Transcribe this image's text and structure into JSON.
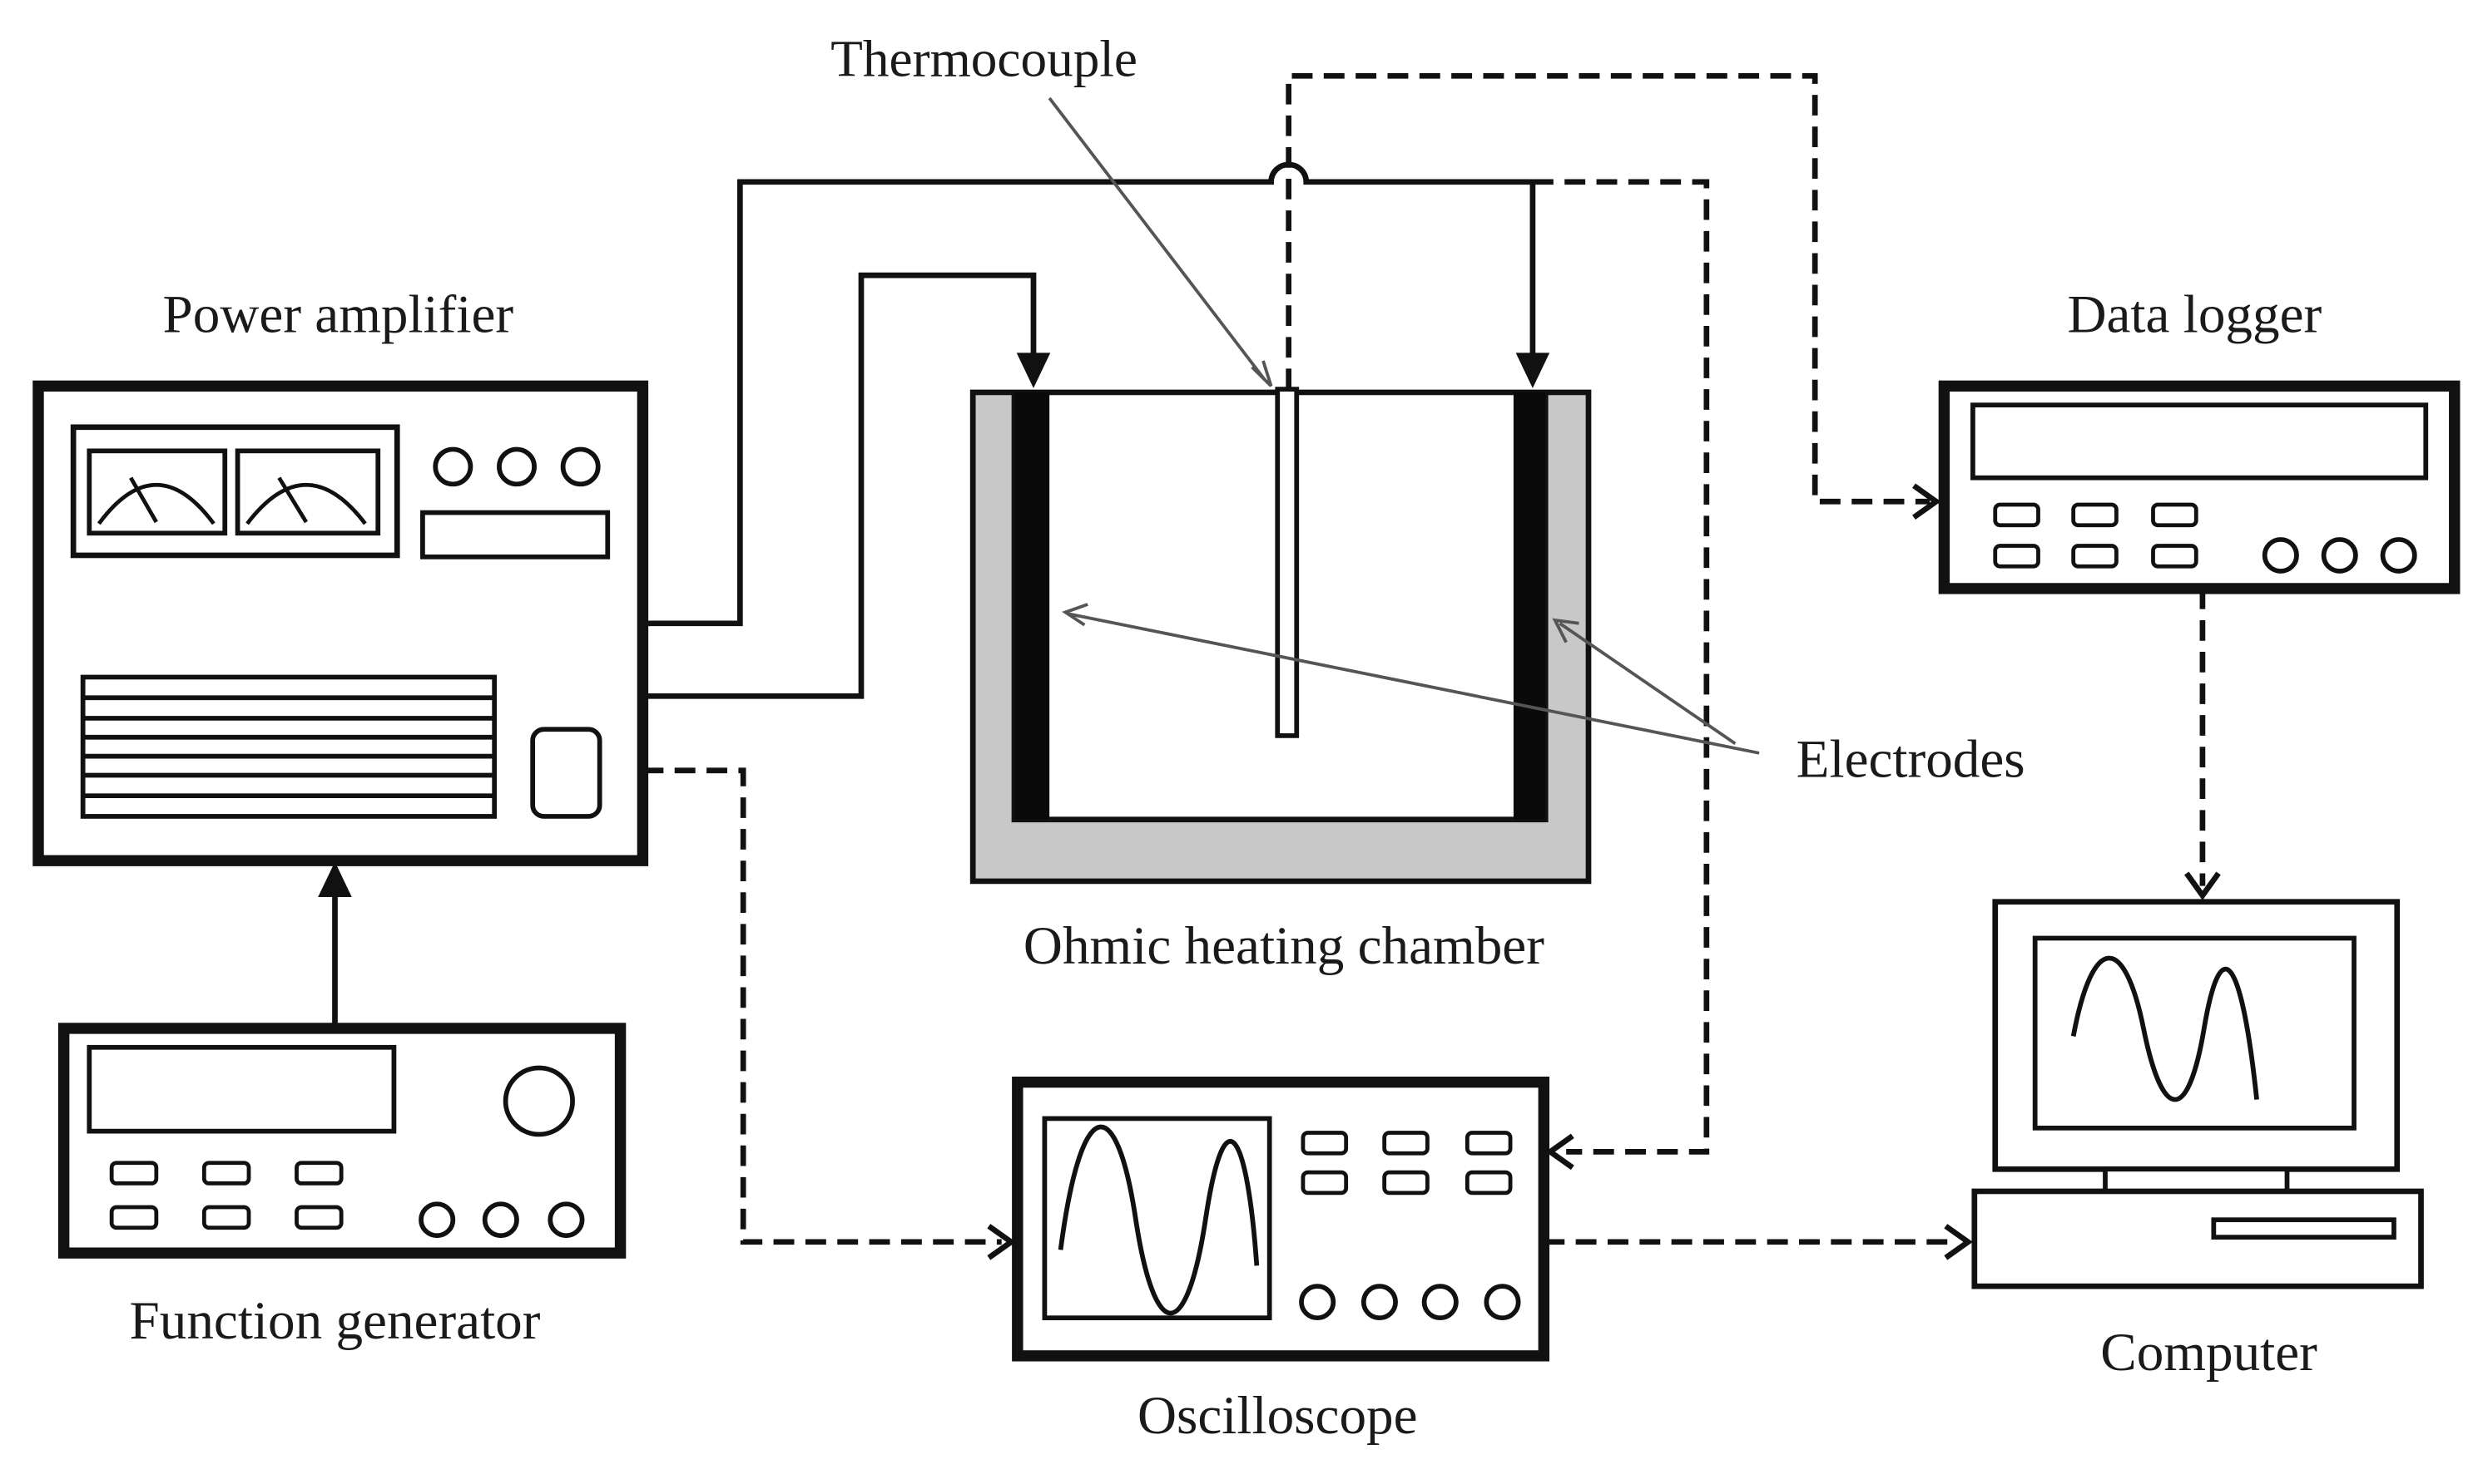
{
  "labels": {
    "thermocouple": "Thermocouple",
    "power_amplifier": "Power amplifier",
    "data_logger": "Data logger",
    "electrodes": "Electrodes",
    "ohmic_heating_chamber": "Ohmic heating chamber",
    "function_generator": "Function generator",
    "oscilloscope": "Oscilloscope",
    "computer": "Computer"
  },
  "colors": {
    "line": "#111111",
    "chamber_fill": "#c8c8c8",
    "electrode": "#0a0a0a",
    "background": "#ffffff"
  },
  "connections": [
    {
      "from": "power_amplifier",
      "to": "left_electrode",
      "style": "solid"
    },
    {
      "from": "power_amplifier",
      "to": "right_electrode",
      "style": "solid"
    },
    {
      "from": "function_generator",
      "to": "power_amplifier",
      "style": "solid"
    },
    {
      "from": "power_amplifier",
      "to": "oscilloscope",
      "style": "dashed"
    },
    {
      "from": "right_electrode",
      "to": "oscilloscope",
      "style": "dashed"
    },
    {
      "from": "thermocouple",
      "to": "data_logger",
      "style": "dashed"
    },
    {
      "from": "data_logger",
      "to": "computer",
      "style": "dashed"
    },
    {
      "from": "oscilloscope",
      "to": "computer",
      "style": "dashed"
    }
  ]
}
